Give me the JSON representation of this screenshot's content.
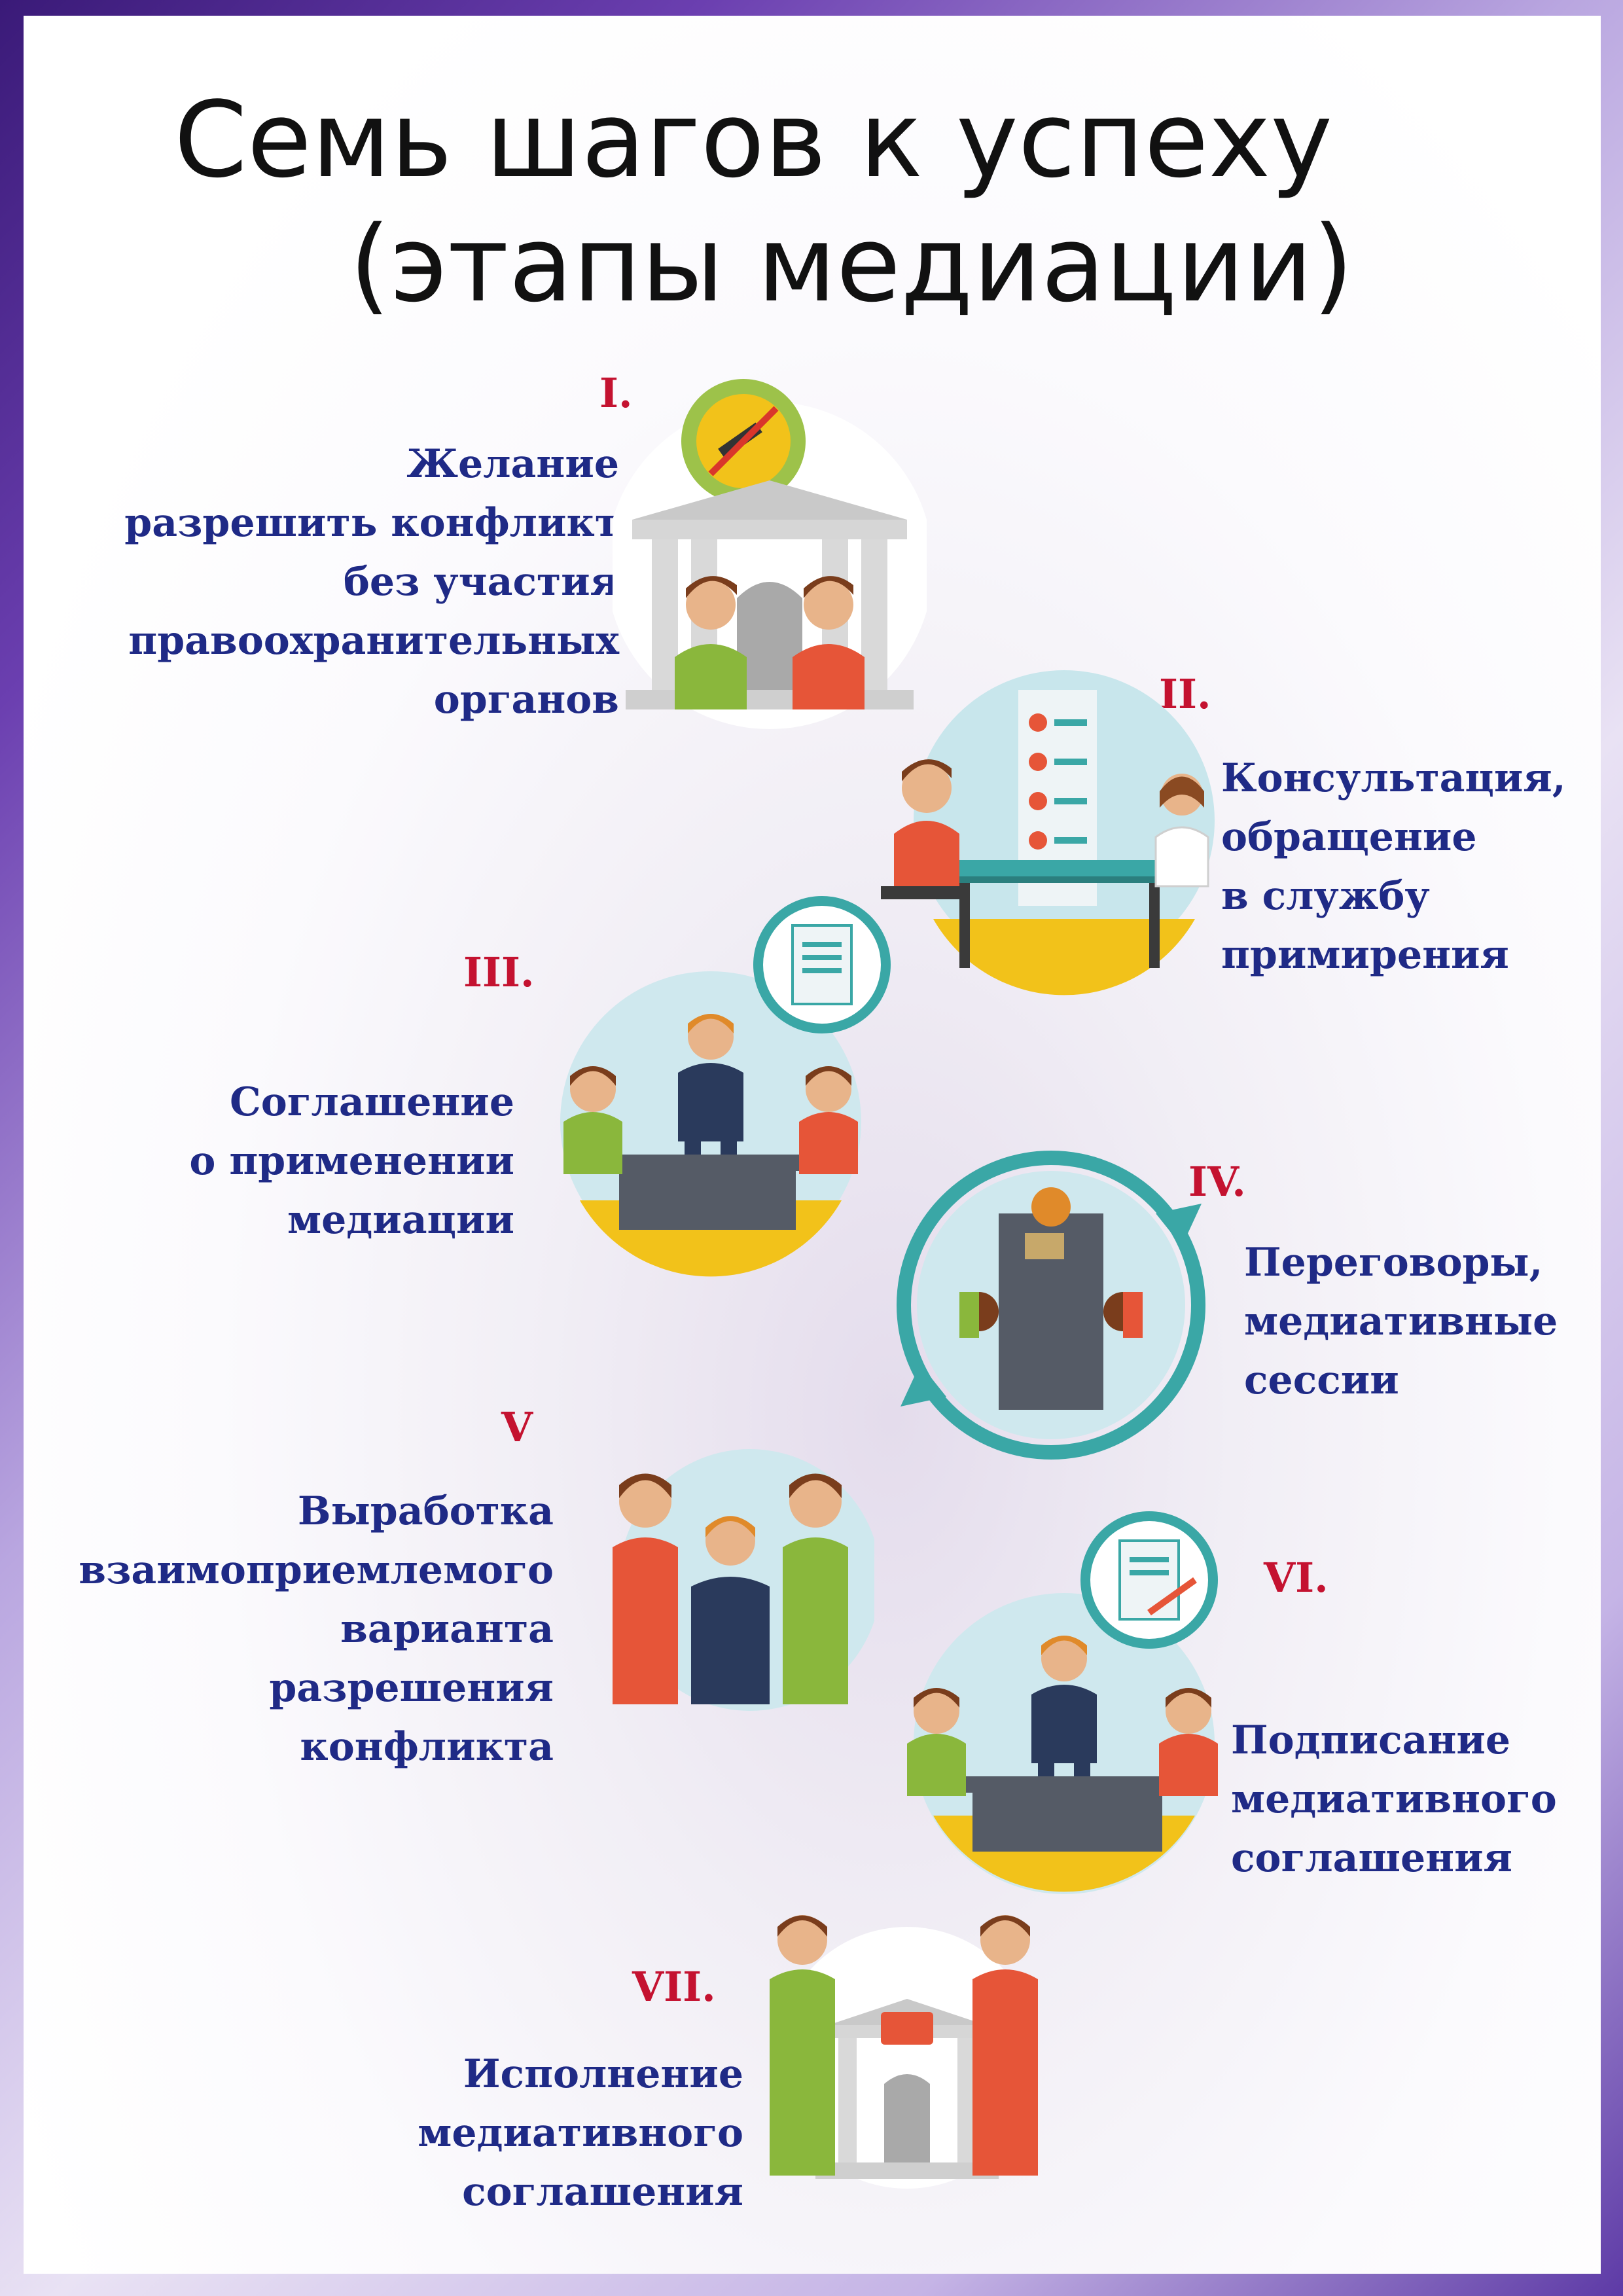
{
  "title": {
    "line1": "Семь шагов к успеху",
    "line2": "(этапы медиации)"
  },
  "steps": [
    {
      "numeral": "I.",
      "text": "Желание\nразрешить конфликт\nбез участия\nправоохранительных\nорганов"
    },
    {
      "numeral": "II.",
      "text": "Консультация,\nобращение\nв службу\nпримирения"
    },
    {
      "numeral": "III.",
      "text": "Соглашение\nо применении\nмедиации"
    },
    {
      "numeral": "IV.",
      "text": "Переговоры,\nмедиативные\nсессии"
    },
    {
      "numeral": "V",
      "text": "Выработка\nвзаимоприемлемого\nварианта\nразрешения\nконфликта"
    },
    {
      "numeral": "VI.",
      "text": "Подписание\nмедиативного\nсоглашения"
    },
    {
      "numeral": "VII.",
      "text": "Исполнение\nмедиативного\nсоглашения"
    }
  ],
  "colors": {
    "numeral": "#c41230",
    "step_text": "#1f2a86",
    "illustration_teal": "#3aa7a6",
    "illustration_yellow": "#f2c21a"
  }
}
